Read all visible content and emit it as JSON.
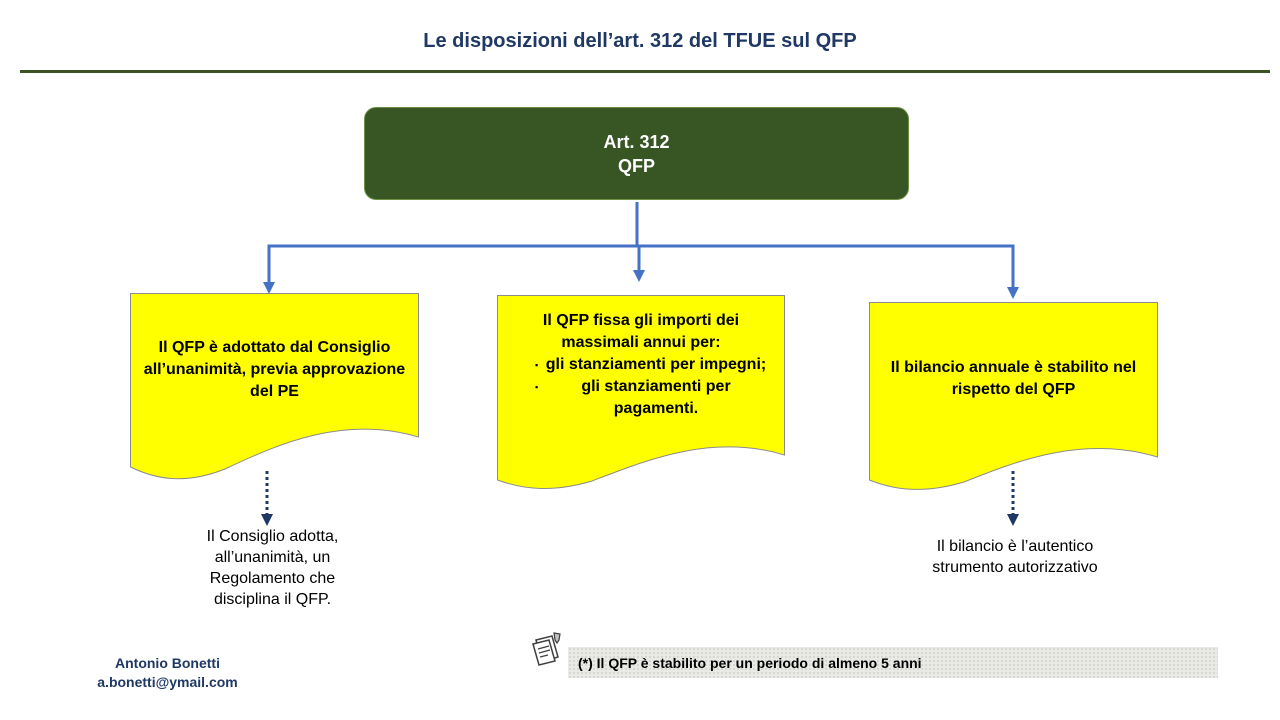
{
  "title": "Le disposizioni dell’art. 312 del TFUE sul QFP",
  "top_box": {
    "line1": "Art. 312",
    "line2": "QFP"
  },
  "left_box": {
    "text": "Il QFP è adottato dal Consiglio all’unanimità, previa approvazione del PE"
  },
  "center_box": {
    "intro": "Il QFP fissa gli importi dei massimali annui per:",
    "bullet_symbol": "▪",
    "bullets": [
      "gli stanziamenti per impegni;",
      "gli stanziamenti per pagamenti."
    ]
  },
  "right_box": {
    "text": "Il bilancio annuale è stabilito nel rispetto del QFP"
  },
  "left_note": {
    "text": "Il Consiglio adotta, all’unanimità, un Regolamento che disciplina il QFP."
  },
  "right_note": {
    "text": "Il bilancio è l’autentico strumento autorizzativo"
  },
  "author": {
    "name": "Antonio Bonetti",
    "email": "a.bonetti@ymail.com"
  },
  "footnote": {
    "text": "(*) Il QFP è stabilito per un periodo di almeno 5 anni",
    "icon": "memo-icon"
  },
  "colors": {
    "title": "#1f3864",
    "header_rule": "#3b5323",
    "top_box": "#375623",
    "doc_fill": "#ffff00",
    "connector": "#4472c4",
    "dotted_arrow": "#1f3864"
  }
}
